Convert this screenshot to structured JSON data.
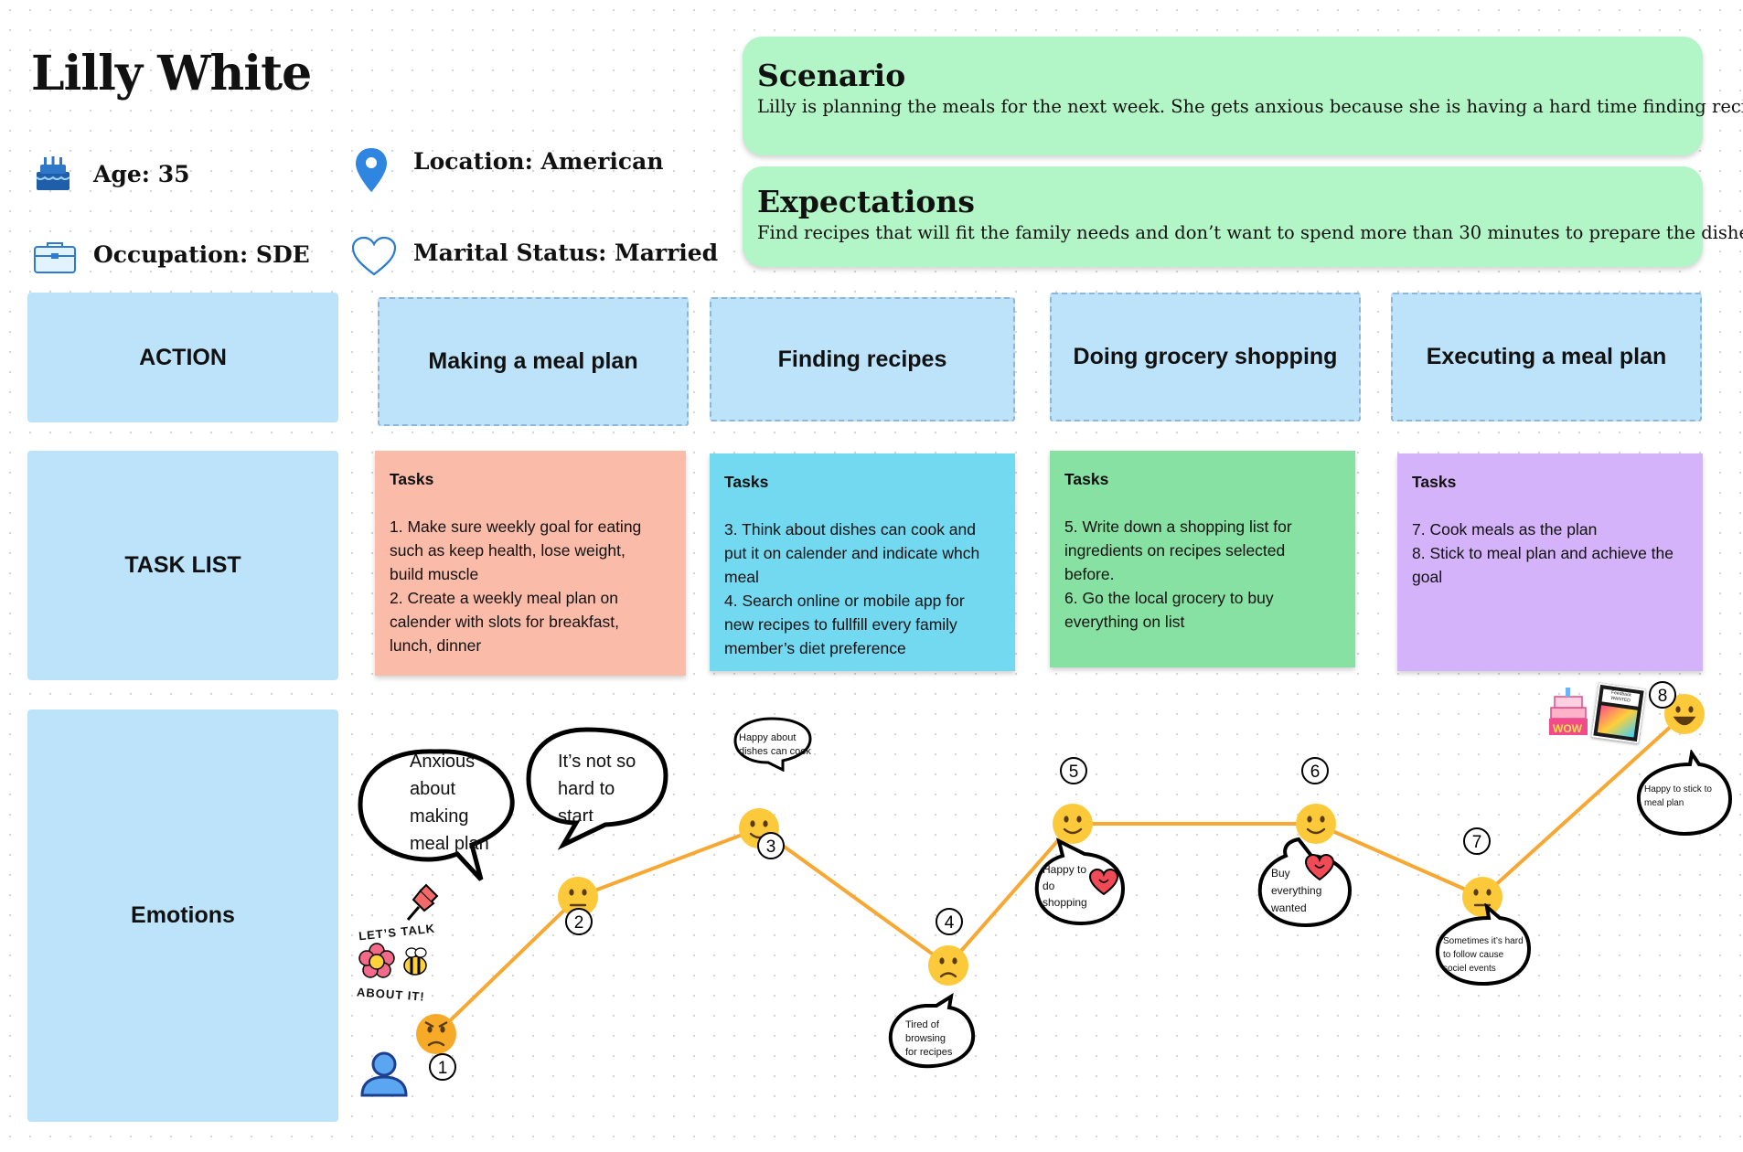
{
  "persona": {
    "name": "Lilly White",
    "age": "Age: 35",
    "location": "Location: American",
    "occupation": "Occupation: SDE",
    "marital": "Marital Status: Married"
  },
  "scenario": {
    "title": "Scenario",
    "text": "Lilly is planning the meals for the next week. She gets anxious because she is having a hard time finding recipes."
  },
  "expectations": {
    "title": "Expectations",
    "text": "Find recipes that will fit the family needs and don’t want to spend more than 30 minutes to prepare the dishes."
  },
  "rows": {
    "action": "ACTION",
    "tasks": "TASK LIST",
    "emotions": "Emotions"
  },
  "stages": [
    {
      "title": "Making a meal plan",
      "tasks_header": "Tasks",
      "tasks": "1. Make sure weekly goal for eating\nsuch as keep health, lose weight,\nbuild muscle\n2. Create a weekly meal plan on\ncalender with slots for breakfast,\nlunch, dinner",
      "color": "#fbbba9"
    },
    {
      "title": "Finding recipes",
      "tasks_header": "Tasks",
      "tasks": "3. Think about dishes can cook and\nput it on calender and indicate whch\nmeal\n4. Search online or mobile app for\nnew recipes to fullfill every family\nmember’s diet preference",
      "color": "#72d9f1"
    },
    {
      "title": "Doing grocery shopping",
      "tasks_header": "Tasks",
      "tasks": "5. Write down a shopping list for\ningredients on recipes selected\nbefore.\n6. Go the local grocery to buy\neverything on list",
      "color": "#86e1a2"
    },
    {
      "title": "Executing a meal plan",
      "tasks_header": "Tasks",
      "tasks": "7. Cook meals as the plan\n8. Stick to meal plan and achieve the\ngoal",
      "color": "#d5b3fa"
    }
  ],
  "chart_data": {
    "type": "line",
    "x": [
      1,
      2,
      3,
      4,
      5,
      6,
      7,
      8
    ],
    "series": [
      {
        "values": [
          1,
          3,
          4,
          2,
          4,
          4,
          3,
          5
        ],
        "moods": [
          "angry",
          "neutral",
          "happy",
          "sad",
          "happy",
          "happy",
          "neutral",
          "very-happy"
        ]
      }
    ],
    "line_color": "#f7a833"
  },
  "step_labels": [
    "1",
    "2",
    "3",
    "4",
    "5",
    "6",
    "7",
    "8"
  ],
  "bubbles": {
    "b1": "Anxious\nabout\nmaking\nmeal plan",
    "b2": "It’s not so\nhard to\nstart",
    "b3": "Happy about\ndishes can cook",
    "b4": "Tired of\nbrowsing\nfor recipes",
    "b5": "Happy to\ndo\nshopping",
    "b6": "Buy\neverything\nwanted",
    "b7": "Sometimes it’s hard\nto follow cause\nsociel events",
    "b8": "Happy to stick to\nmeal plan"
  },
  "stickers": {
    "lets_talk_top": "LET’S TALK",
    "lets_talk_bottom": "ABOUT IT!",
    "wow": "WOW",
    "feedback": "Feedback\nWANTED"
  }
}
